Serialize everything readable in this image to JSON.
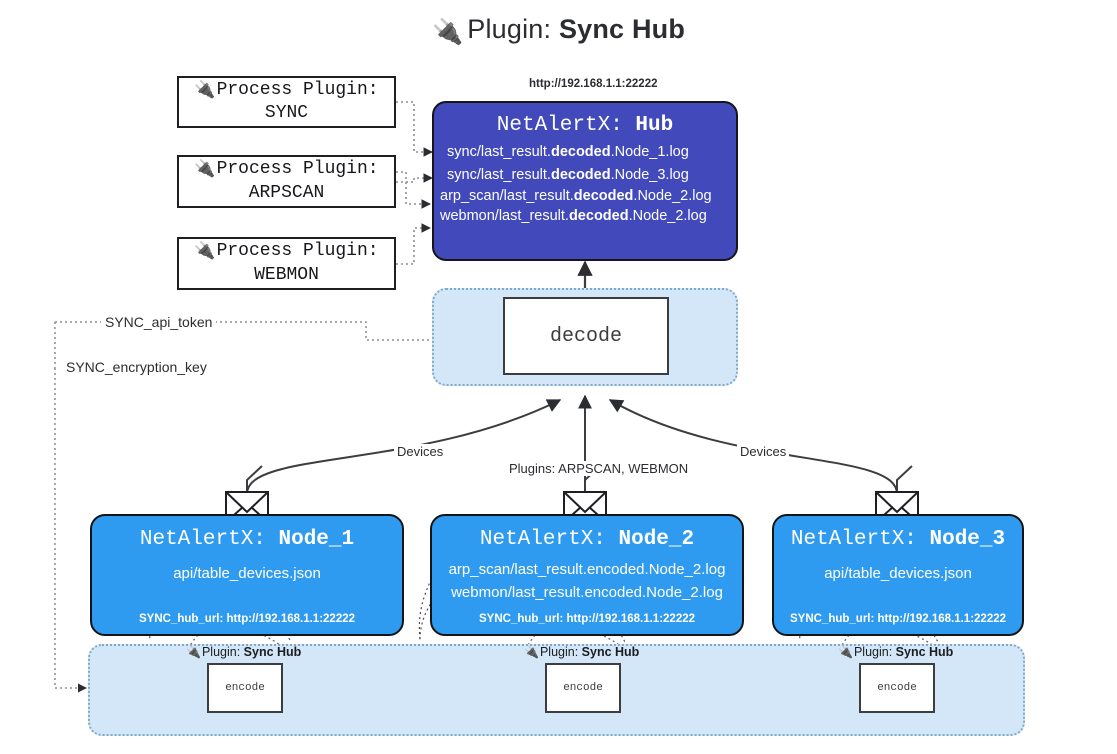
{
  "title": {
    "icon": "plug-icon",
    "lead": "Plugin: ",
    "name": "Sync Hub"
  },
  "process_plugins": [
    {
      "line1": "Process Plugin:",
      "line2": "SYNC",
      "icon": "plug-icon"
    },
    {
      "line1": "Process Plugin:",
      "line2": "ARPSCAN",
      "icon": "plug-icon"
    },
    {
      "line1": "Process Plugin:",
      "line2": "WEBMON",
      "icon": "plug-icon"
    }
  ],
  "hub": {
    "url": "http://192.168.1.1:22222",
    "title_prefix": "NetAlertX: ",
    "title_name": "Hub",
    "rows": [
      {
        "pre": "sync/last_result.",
        "bold": "decoded",
        "post": ".Node_1.log"
      },
      {
        "pre": "sync/last_result.",
        "bold": "decoded",
        "post": ".Node_3.log"
      },
      {
        "pre": "arp_scan/last_result.",
        "bold": "decoded",
        "post": ".Node_2.log"
      },
      {
        "pre": "webmon/last_result.",
        "bold": "decoded",
        "post": ".Node_2.log"
      }
    ]
  },
  "decode": {
    "label": "decode"
  },
  "tokens": {
    "api": "SYNC_api_token",
    "key": "SYNC_encryption_key"
  },
  "edge_labels": {
    "devices_left": "Devices",
    "plugins_mid": "Plugins: ARPSCAN, WEBMON",
    "devices_right": "Devices"
  },
  "nodes": [
    {
      "title_prefix": "NetAlertX: ",
      "title_name": "Node_1",
      "lines": [
        "api/table_devices.json"
      ],
      "footer": "SYNC_hub_url: http://192.168.1.1:22222",
      "envelope_icon": "envelope-icon"
    },
    {
      "title_prefix": "NetAlertX: ",
      "title_name": "Node_2",
      "lines": [
        "arp_scan/last_result.encoded.Node_2.log",
        "webmon/last_result.encoded.Node_2.log"
      ],
      "footer": "SYNC_hub_url: http://192.168.1.1:22222",
      "envelope_icon": "envelope-icon"
    },
    {
      "title_prefix": "NetAlertX: ",
      "title_name": "Node_3",
      "lines": [
        "api/table_devices.json"
      ],
      "footer": "SYNC_hub_url: http://192.168.1.1:22222",
      "envelope_icon": "envelope-icon"
    }
  ],
  "encoders": [
    {
      "label_lead": "Plugin: ",
      "label_name": "Sync Hub",
      "box": "encode",
      "icon": "plug-icon"
    },
    {
      "label_lead": "Plugin: ",
      "label_name": "Sync Hub",
      "box": "encode",
      "icon": "plug-icon"
    },
    {
      "label_lead": "Plugin: ",
      "label_name": "Sync Hub",
      "box": "encode",
      "icon": "plug-icon"
    }
  ],
  "colors": {
    "hub_fill": "#4149bb",
    "node_fill": "#2f9bf0",
    "group_fill": "#d4e7f8",
    "group_border": "#7fa9c9",
    "stroke": "#3b3d40"
  }
}
